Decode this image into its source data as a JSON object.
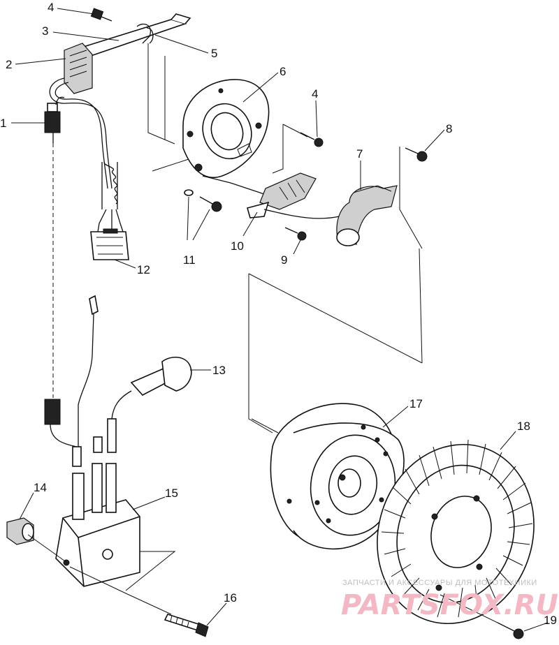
{
  "callouts": {
    "c1": "1",
    "c2": "2",
    "c3": "3",
    "c4a": "4",
    "c4b": "4",
    "c5": "5",
    "c6": "6",
    "c7": "7",
    "c8": "8",
    "c9": "9",
    "c10": "10",
    "c11": "11",
    "c12": "12",
    "c13": "13",
    "c14": "14",
    "c15": "15",
    "c16": "16",
    "c17": "17",
    "c18": "18",
    "c19": "19"
  },
  "watermark": {
    "line1": "ЗАПЧАСТИ И АКСЕССУАРЫ ДЛЯ МОТОТЕХНИКИ",
    "line2": "PARTSFOX.RU"
  }
}
